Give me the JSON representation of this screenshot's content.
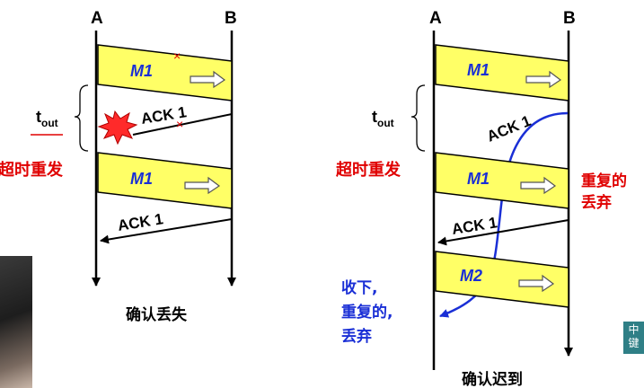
{
  "node_a": "A",
  "node_b": "B",
  "left": {
    "frame_1": "M1",
    "ack_lost": "ACK 1",
    "timeout_base": "t",
    "timeout_sub": "out",
    "retransmit": "超时重发",
    "frame_2": "M1",
    "ack": "ACK 1",
    "caption": "确认丢失"
  },
  "right": {
    "frame_1": "M1",
    "ack_late": "ACK 1",
    "timeout_base": "t",
    "timeout_sub": "out",
    "retransmit": "超时重发",
    "frame_2": "M1",
    "dup_line1": "重复的",
    "dup_line2": "丢弃",
    "ack": "ACK 1",
    "frame_3": "M2",
    "recv_line1": "收下,",
    "recv_line2": "重复的,",
    "recv_line3": "丢弃",
    "caption": "确认迟到"
  },
  "badge": {
    "line1": "中",
    "line2": "键"
  },
  "colors": {
    "frame_fill": "#ffff66",
    "label_blue": "#1a2fd6",
    "retransmit_red": "#e00000",
    "burst_red": "#ff2a2a",
    "late_ack_blue": "#1a2fd6"
  }
}
